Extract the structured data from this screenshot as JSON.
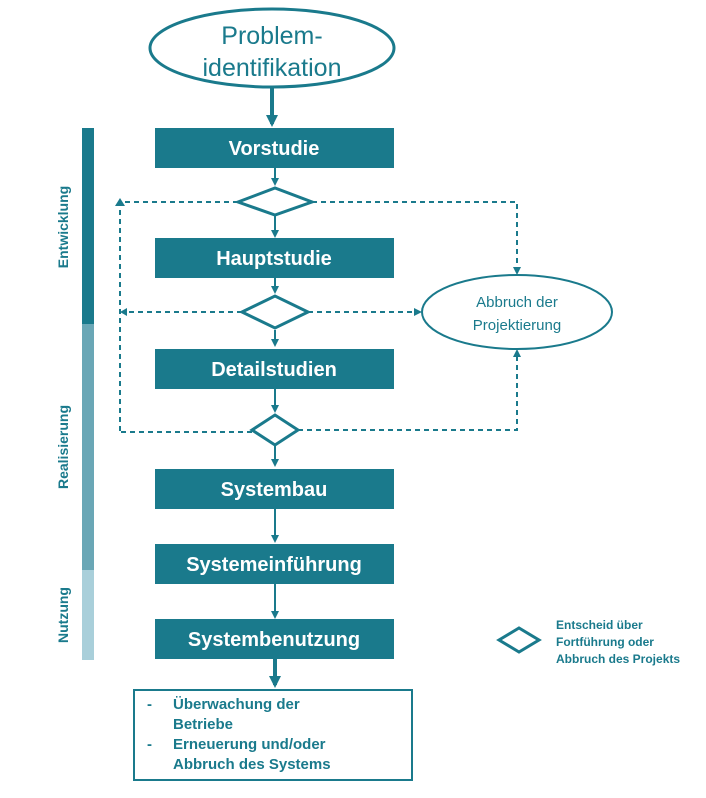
{
  "start": {
    "line1": "Problem-",
    "line2": "identifikation"
  },
  "steps": {
    "vorstudie": "Vorstudie",
    "hauptstudie": "Hauptstudie",
    "detailstudien": "Detailstudien",
    "systembau": "Systembau",
    "systemeinfuehrung": "Systemeinführung",
    "systembenutzung": "Systembenutzung"
  },
  "abort": {
    "line1": "Abbruch der",
    "line2": "Projektierung"
  },
  "final": {
    "item1_line1": "Überwachung der",
    "item1_line2": "Betriebe",
    "item2_line1": "Erneuerung und/oder",
    "item2_line2": "Abbruch des Systems",
    "bullet": "-"
  },
  "phases": {
    "entwicklung": "Entwicklung",
    "realisierung": "Realisierung",
    "nutzung": "Nutzung"
  },
  "legend": {
    "line1": "Entscheid über",
    "line2": "Fortführung oder",
    "line3": "Abbruch des Projekts"
  },
  "colors": {
    "primary": "#1a7a8c",
    "phase_entwicklung": "#1a7a8c",
    "phase_realisierung": "#6aa7b6",
    "phase_nutzung": "#a9cfda"
  }
}
